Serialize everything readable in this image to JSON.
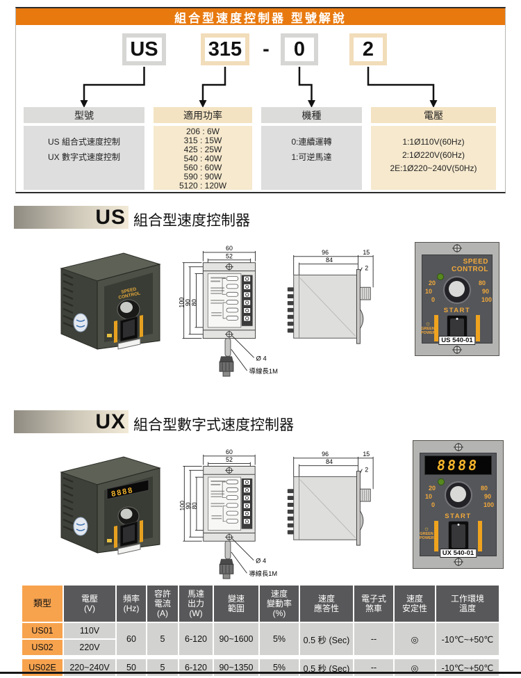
{
  "page": {
    "colors": {
      "brand_orange": "#e8790f",
      "table_orange": "#f7a34e",
      "header_gray": "#58585a",
      "tan": "#f3e3c2",
      "panel_amber": "#f2a93b",
      "led_amber": "#f6b52b"
    },
    "decode": {
      "title": "組合型速度控制器 型號解說",
      "segments": [
        "US",
        "315",
        "-",
        "0",
        "2"
      ],
      "columns": [
        {
          "label": "型號",
          "options": [
            "US 組合式速度控制",
            "UX 數字式速度控制"
          ]
        },
        {
          "label": "適用功率",
          "options": [
            "206 : 6W",
            "315 : 15W",
            "425 : 25W",
            "540 : 40W",
            "560 : 60W",
            "590 : 90W",
            "5120 : 120W"
          ]
        },
        {
          "label": "機種",
          "options": [
            "0:連續運轉",
            "1:可逆馬達"
          ]
        },
        {
          "label": "電壓",
          "options": [
            "1:1Ø110V(60Hz)",
            "2:1Ø220V(60Hz)",
            "2E:1Ø220~240V(50Hz)"
          ]
        }
      ]
    },
    "us": {
      "code": "US",
      "title": "組合型速度控制器",
      "model_label": "US 540-01"
    },
    "ux": {
      "code": "UX",
      "title": "組合型數字式速度控制器",
      "model_label": "UX 540-01",
      "display": "8888"
    },
    "panel": {
      "speed1": "SPEED",
      "speed2": "CONTROL",
      "scale": [
        "20",
        "10",
        "0",
        "80",
        "90",
        "100"
      ],
      "start": "START",
      "green1": "GREEN",
      "green2": "POWER"
    },
    "drawing": {
      "front": {
        "w_outer": "60",
        "w_inner": "52",
        "h_outer": "100",
        "h_mid": "90",
        "h_inner": "80",
        "hole": "Ø 4",
        "lead": "導線長1M"
      },
      "side": {
        "d_outer": "96",
        "d_inner": "84",
        "front": "15",
        "plate": "2"
      }
    },
    "spec": {
      "headers": [
        "類型",
        "電壓\n(V)",
        "頻率\n(Hz)",
        "容許\n電流\n(A)",
        "馬達\n出力\n(W)",
        "變速\n範圍",
        "速度\n變動率\n(%)",
        "速度\n應答性",
        "電子式\n煞車",
        "速度\n安定性",
        "工作環境\n溫度"
      ],
      "rows": [
        {
          "type": "US01",
          "voltage": "110V"
        },
        {
          "type": "US02",
          "voltage": "220V"
        }
      ],
      "group": {
        "freq": "60",
        "current": "5",
        "output": "6-120",
        "range": "90~1600",
        "variation": "5%",
        "response": "0.5 秒 (Sec)",
        "brake": "--",
        "stability": "◎",
        "temp": "-10℃~+50℃"
      },
      "row3": {
        "type": "US02E",
        "voltage": "220~240V",
        "freq": "50",
        "current": "5",
        "output": "6-120",
        "range": "90~1350",
        "variation": "5%",
        "response": "0.5 秒 (Sec)",
        "brake": "--",
        "stability": "◎",
        "temp": "-10℃~+50℃"
      }
    }
  }
}
